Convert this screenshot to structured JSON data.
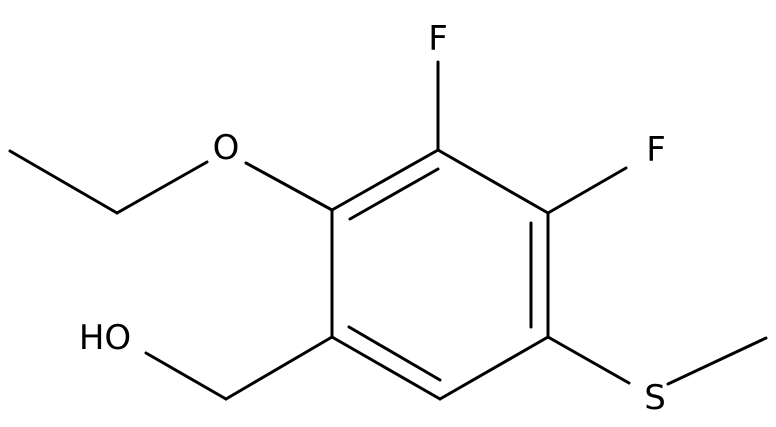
{
  "molecule": {
    "atoms": {
      "f_top": "F",
      "f_right": "F",
      "o_ether": "O",
      "oh": "HO",
      "s": "S"
    }
  },
  "colors": {
    "background": "#ffffff",
    "ink": "#000000"
  }
}
